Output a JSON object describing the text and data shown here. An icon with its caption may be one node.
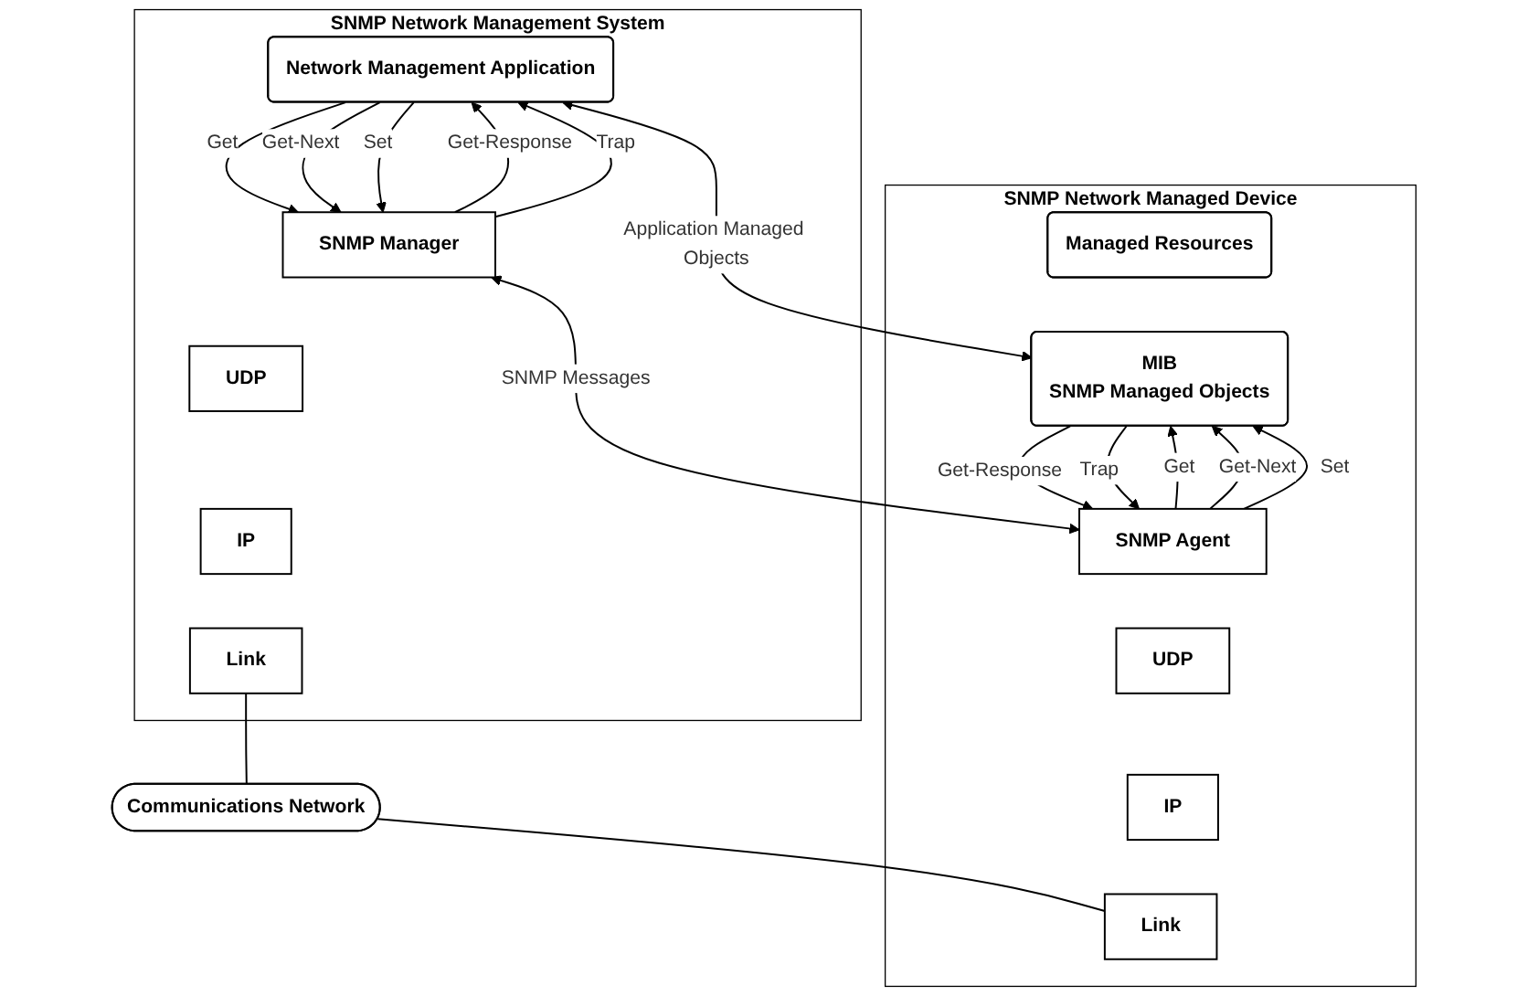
{
  "diagram": {
    "nodes": [
      {
        "text": [
          "SNMP Network Management System"
        ]
      },
      {
        "text": [
          "Network Management Application"
        ],
        "in": 0
      },
      {
        "text": [
          "SNMP Manager"
        ],
        "in": 0
      },
      {
        "text": [
          "UDP"
        ],
        "in": 0
      },
      {
        "text": [
          "IP"
        ],
        "in": 0
      },
      {
        "text": [
          "Link"
        ],
        "in": 0
      },
      {
        "text": [
          "SNMP Network Managed Device"
        ]
      },
      {
        "text": [
          "Managed Resources"
        ],
        "in": 6
      },
      {
        "text": [
          "MIB",
          "SNMP Managed Objects"
        ],
        "in": 6
      },
      {
        "text": [
          "SNMP Agent"
        ],
        "in": 6
      },
      {
        "text": [
          "UDP"
        ],
        "in": 6
      },
      {
        "text": [
          "IP"
        ],
        "in": 6
      },
      {
        "text": [
          "Link"
        ],
        "in": 6
      },
      {
        "text": [
          "Communications Network"
        ]
      }
    ],
    "edges": [
      {
        "from": 1,
        "to": 8,
        "arrow": "both",
        "label": "Application Managed Objects"
      },
      {
        "from": 1,
        "to": 2,
        "arrow": "to",
        "label": "Get"
      },
      {
        "from": 1,
        "to": 2,
        "arrow": "to",
        "label": "Get-Next"
      },
      {
        "from": 1,
        "to": 2,
        "arrow": "to",
        "label": "Set"
      },
      {
        "from": 2,
        "to": 1,
        "arrow": "to",
        "label": "Get-Response"
      },
      {
        "from": 2,
        "to": 1,
        "arrow": "to",
        "label": "Trap"
      },
      {
        "from": 9,
        "to": 8,
        "arrow": "to",
        "label": "Get"
      },
      {
        "from": 9,
        "to": 8,
        "arrow": "to",
        "label": "Get-Next"
      },
      {
        "from": 9,
        "to": 8,
        "arrow": "to",
        "label": "Set"
      },
      {
        "from": 8,
        "to": 9,
        "arrow": "to",
        "label": "Get-Response"
      },
      {
        "from": 8,
        "to": 9,
        "arrow": "to",
        "label": "Trap"
      },
      {
        "from": 2,
        "to": 9,
        "arrow": "both",
        "label": "SNMP Messages"
      },
      {
        "from": 5,
        "to": 13,
        "arrow": "none"
      },
      {
        "from": 13,
        "to": 12,
        "arrow": "none"
      }
    ]
  }
}
